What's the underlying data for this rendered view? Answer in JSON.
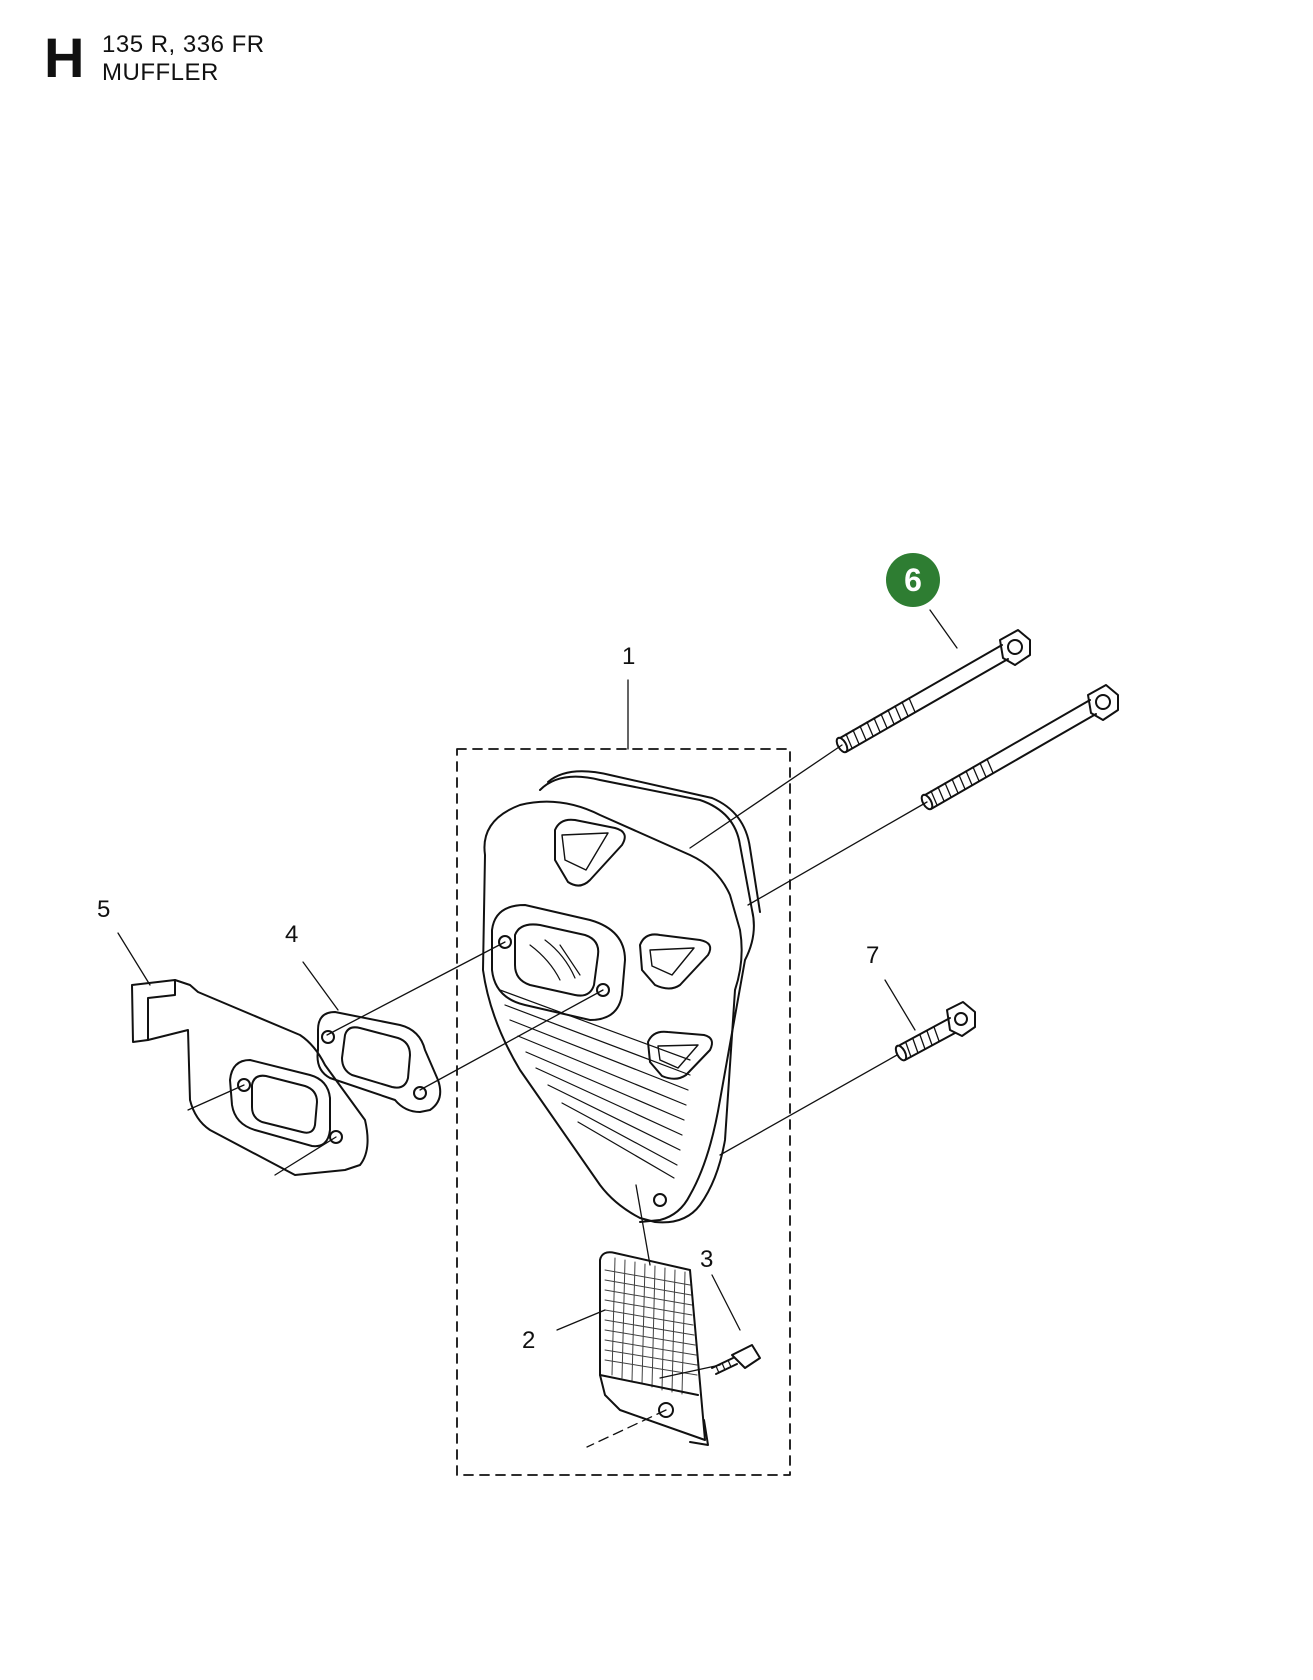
{
  "header": {
    "section_letter": "H",
    "models": "135 R, 336 FR",
    "title": "MUFFLER"
  },
  "callouts": {
    "c1": "1",
    "c2": "2",
    "c3": "3",
    "c4": "4",
    "c5": "5",
    "c6": "6",
    "c7": "7"
  },
  "colors": {
    "highlight": "#2e7d32",
    "line": "#111111"
  }
}
